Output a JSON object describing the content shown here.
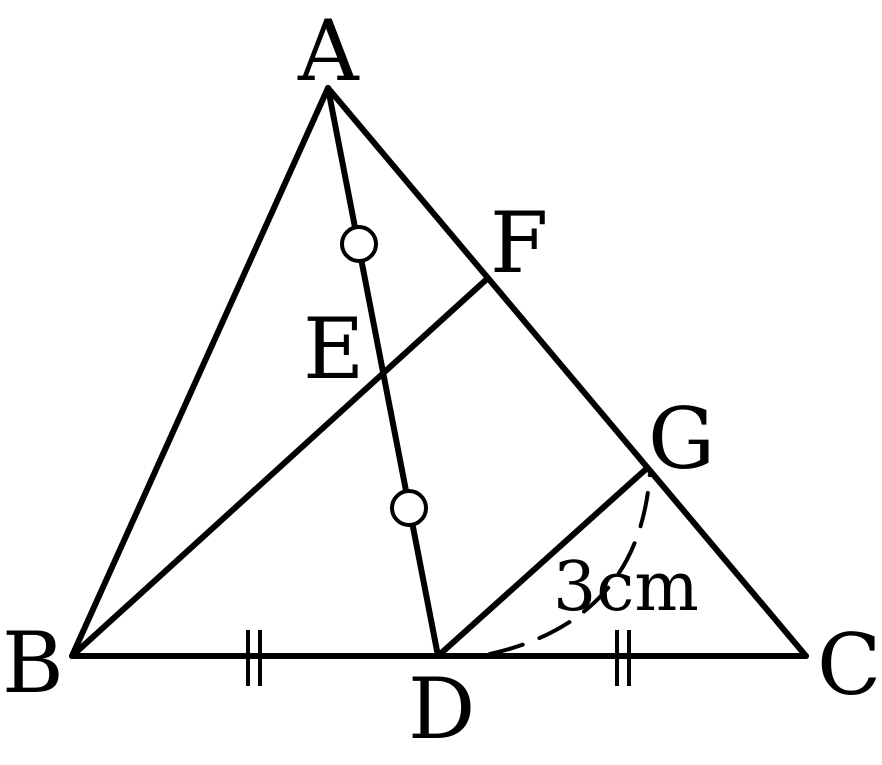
{
  "diagram": {
    "points": {
      "A": "A",
      "B": "B",
      "C": "C",
      "D": "D",
      "E": "E",
      "F": "F",
      "G": "G"
    },
    "measurement": "3cm"
  }
}
